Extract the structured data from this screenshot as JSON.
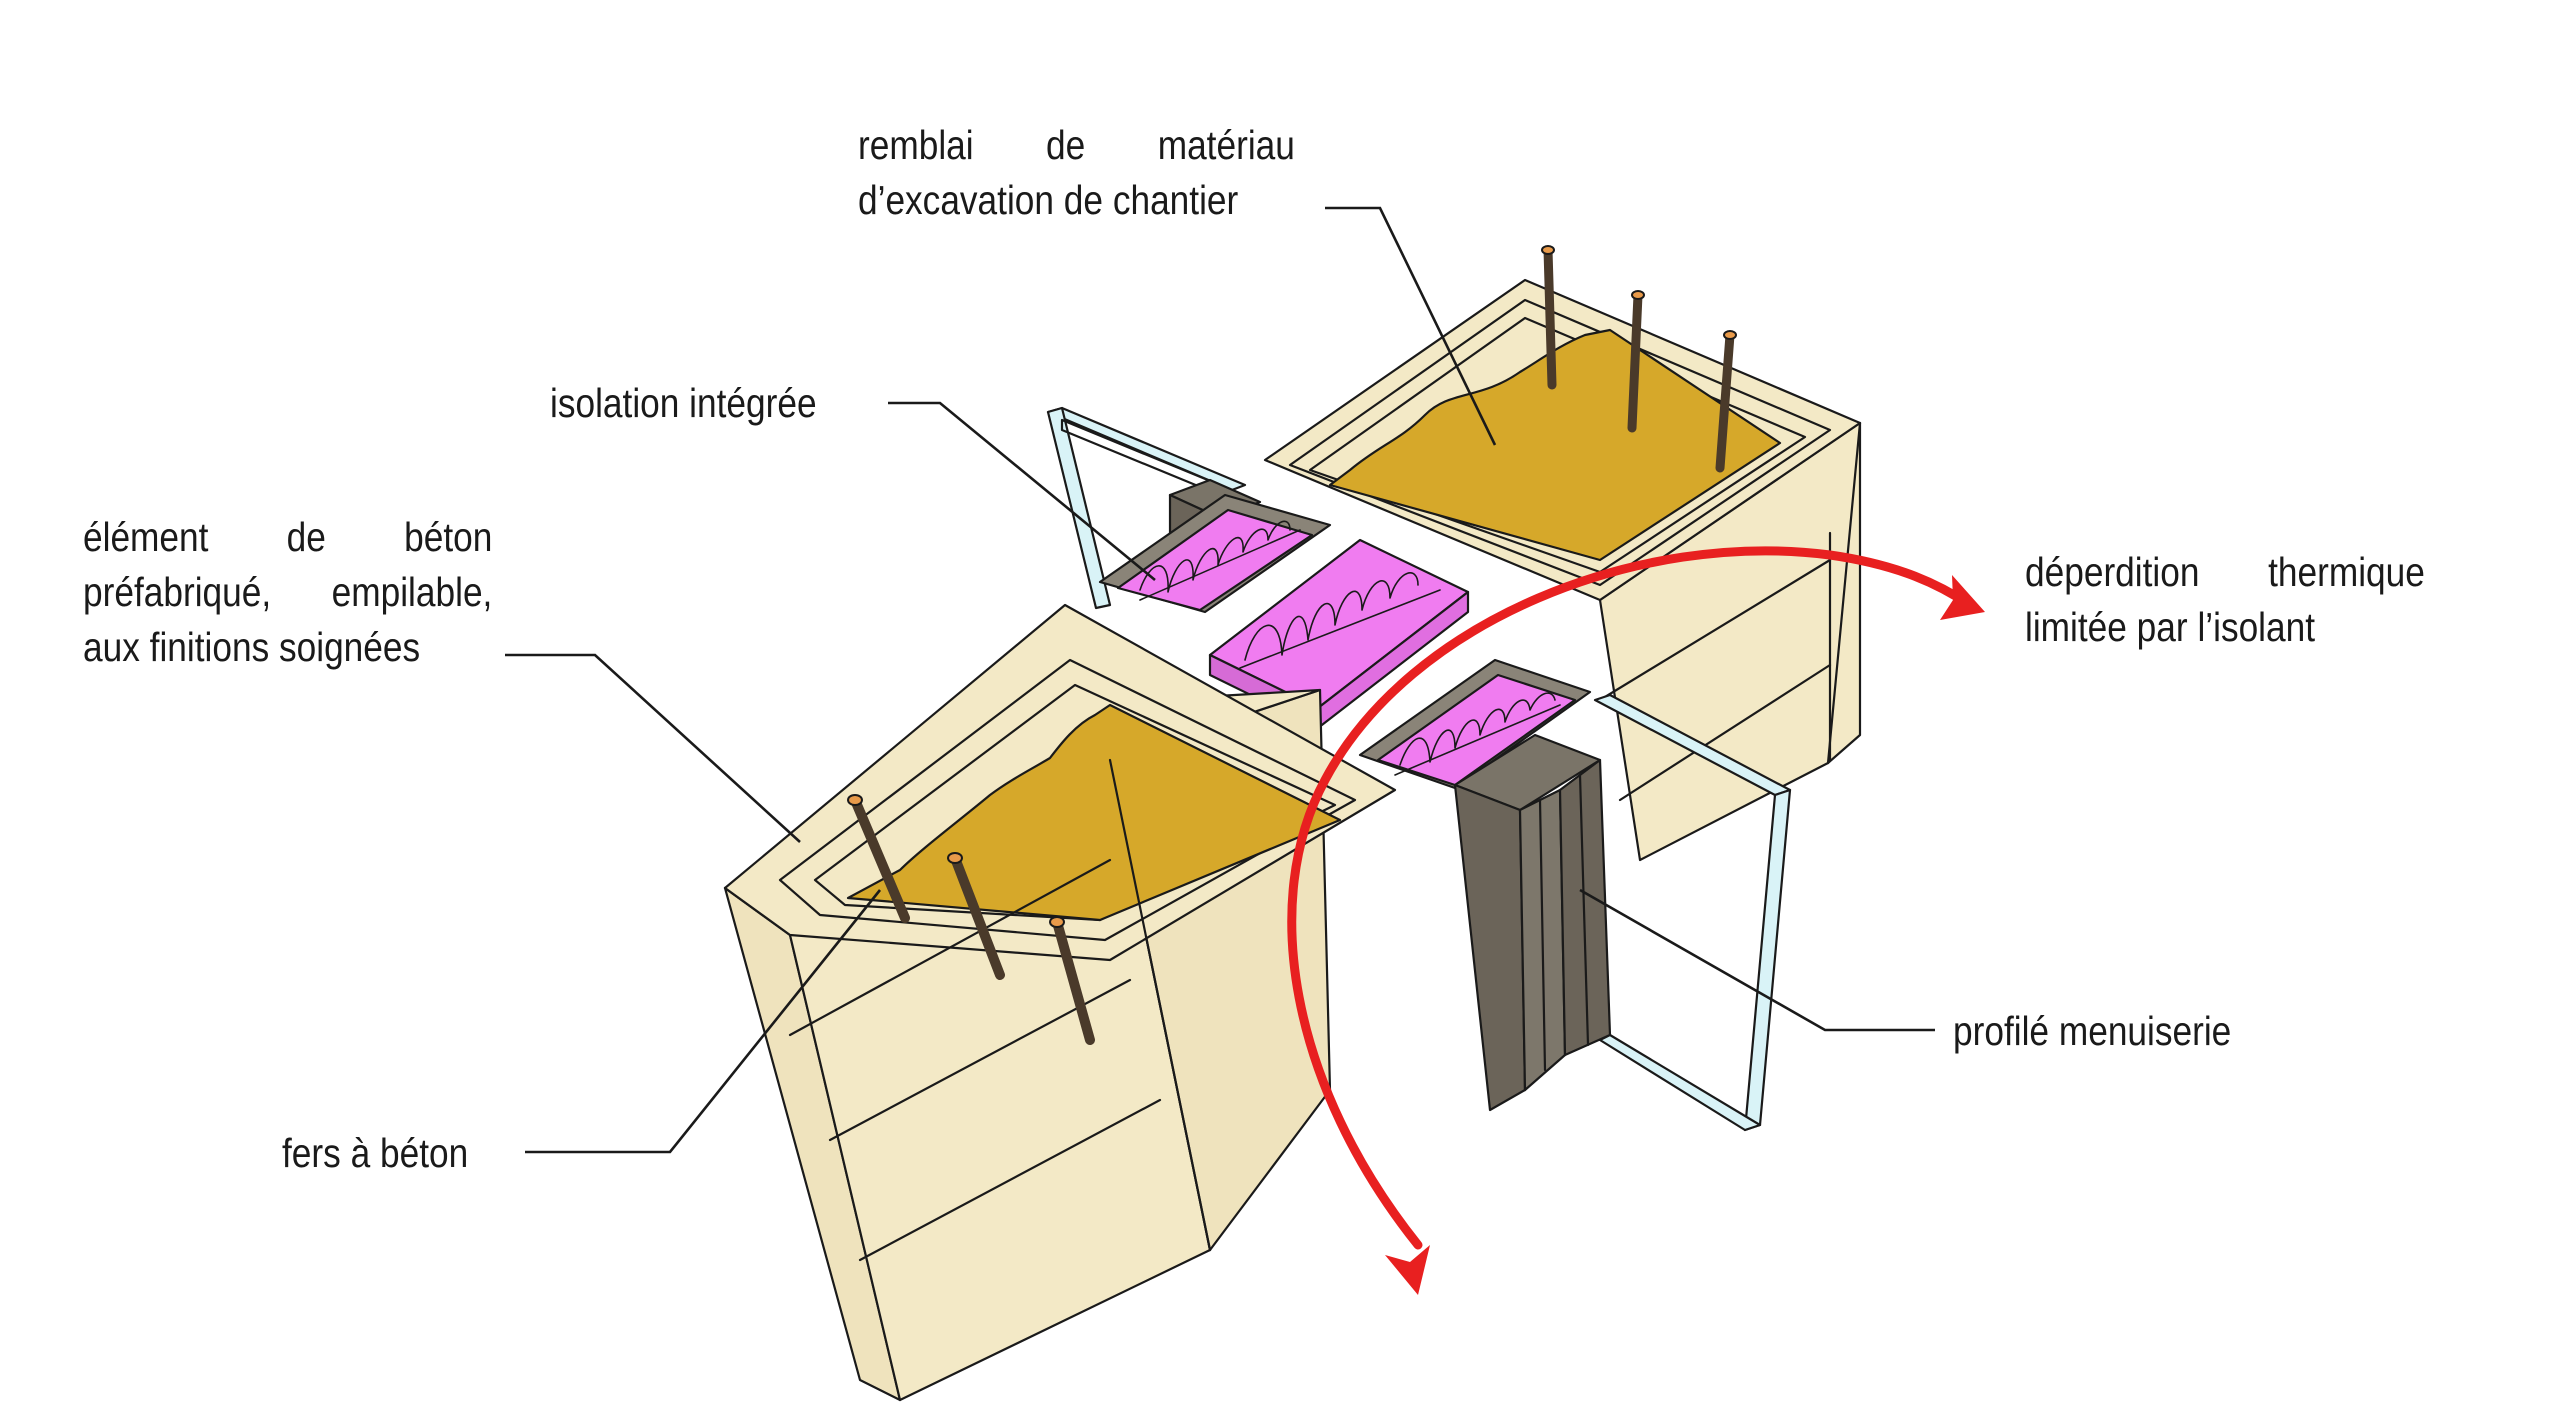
{
  "labels": {
    "remblai": {
      "lines": [
        [
          "remblai",
          "de",
          "matériau"
        ],
        [
          "d’excavation de chantier"
        ]
      ]
    },
    "isolation": {
      "text": "isolation intégrée"
    },
    "element": {
      "lines": [
        [
          "élément",
          "de",
          "béton"
        ],
        [
          "préfabriqué,",
          "empilable,"
        ],
        [
          "aux finitions soignées"
        ]
      ]
    },
    "deperdition": {
      "lines": [
        [
          "déperdition",
          "thermique"
        ],
        [
          "limitée par l’isolant"
        ]
      ]
    },
    "profile": {
      "text": "profilé menuiserie"
    },
    "fers": {
      "text": "fers à béton"
    }
  },
  "colors": {
    "concrete": "#f3e9c6",
    "concrete_side": "#e9dcb1",
    "outline": "#1a1a1a",
    "fill_earth": "#d6a82a",
    "insulation": "#f07cf0",
    "profile": "#7a7468",
    "glass": "#d9f3f7",
    "rebar": "#4a3a2a",
    "rebar_tip": "#e89a4a",
    "heat_arrow": "#e82020"
  }
}
